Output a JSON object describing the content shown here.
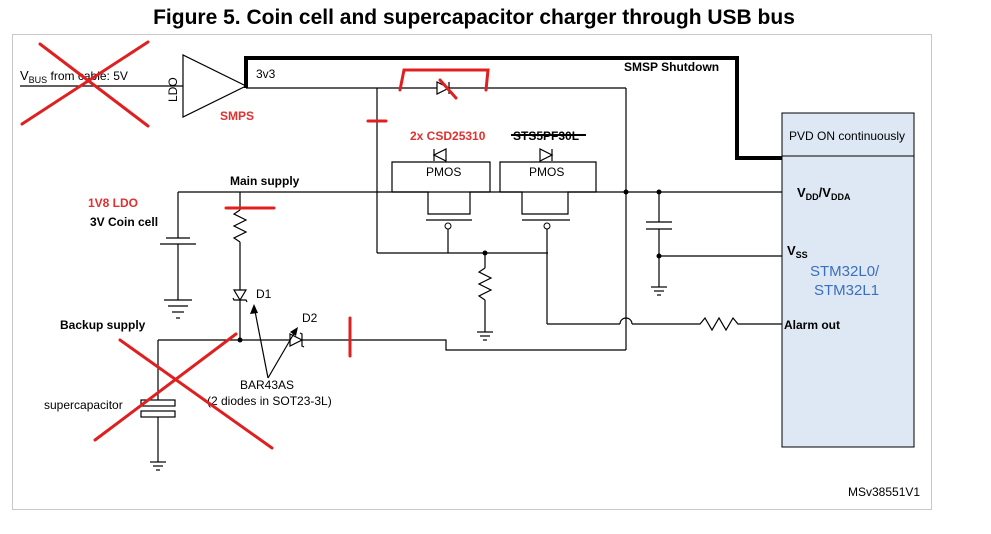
{
  "title": "Figure 5. Coin cell and supercapacitor charger through USB bus",
  "labels": {
    "vbus_main": "V",
    "vbus_sub": "BUS",
    "vbus_rest": " from cable: 5V",
    "ldo": "LDO",
    "smps": "SMPS",
    "v3v3": "3v3",
    "smsp_shutdown": "SMSP Shutdown",
    "csd": "2x CSD25310",
    "struck_part": "STS5PF30L",
    "pmos1": "PMOS",
    "pmos2": "PMOS",
    "main_supply": "Main supply",
    "ldo_1v8": "1V8 LDO",
    "coin_cell": "3V Coin cell",
    "backup_supply": "Backup supply",
    "d1": "D1",
    "d2": "D2",
    "bar43as": "BAR43AS",
    "two_diodes": "(2 diodes in SOT23-3L)",
    "supercapacitor": "supercapacitor",
    "pvd": "PVD ON continuously",
    "vdd_v": "V",
    "vdd_sub": "DD",
    "vdd_slash": "/V",
    "vdda_sub": "DDA",
    "vss_v": "V",
    "vss_sub": "SS",
    "stm_1": "STM32L0/",
    "stm_2": "STM32L1",
    "alarm_out": "Alarm out",
    "ms_code": "MSv38551V1"
  },
  "colors": {
    "annotation_red": "#e02020",
    "mcu_fill": "#dde8f4",
    "mcu_text": "#3a6fbf"
  }
}
